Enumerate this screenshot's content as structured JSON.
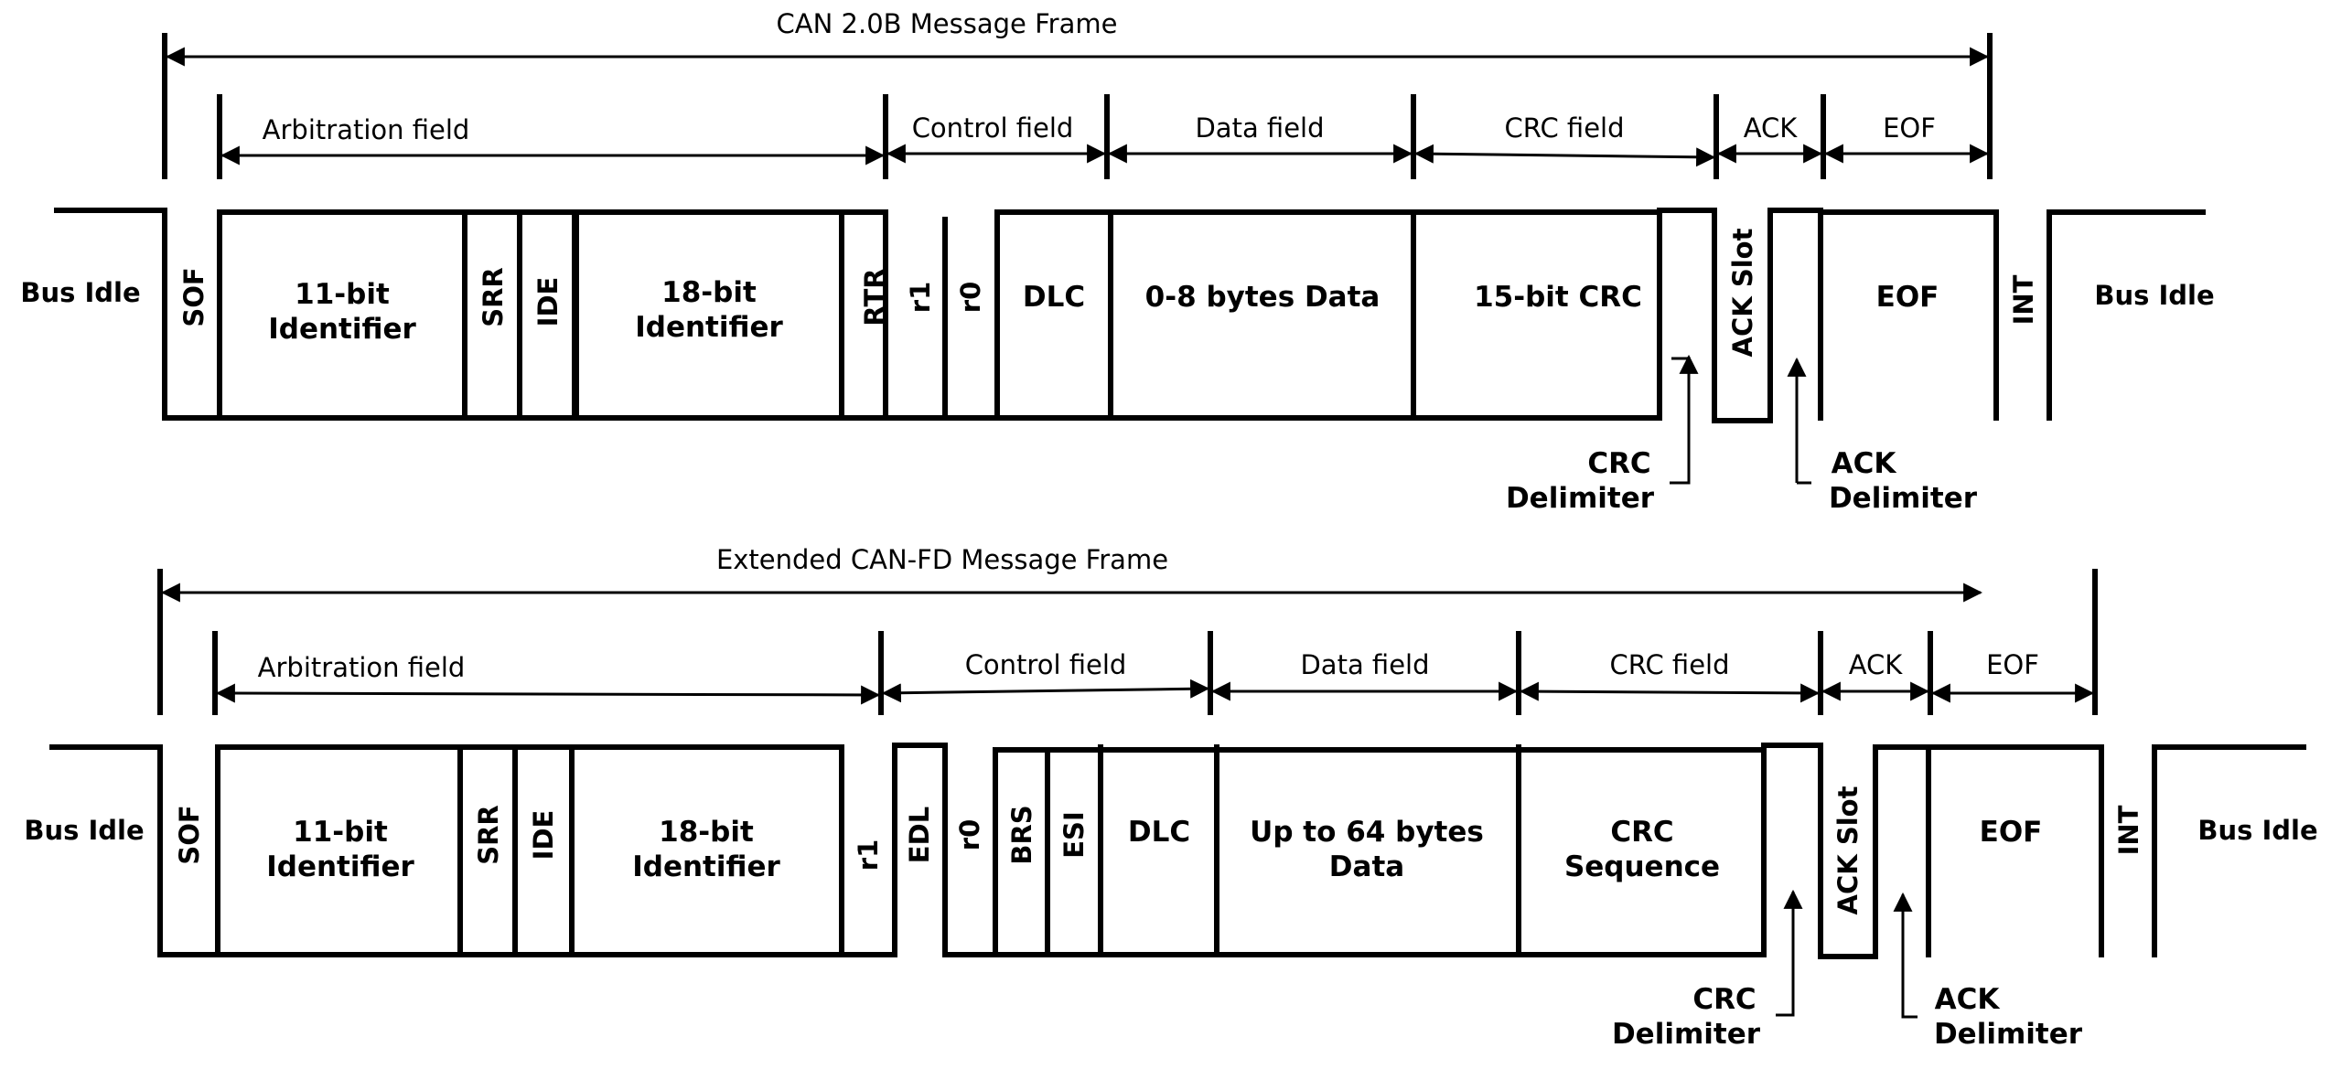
{
  "frames": [
    {
      "title": "CAN 2.0B Message Frame",
      "fields": [
        "Arbitration field",
        "Control field",
        "Data field",
        "CRC field",
        "ACK",
        "EOF"
      ],
      "bus_idle_left": "Bus Idle",
      "bus_idle_right": "Bus Idle",
      "sof": "SOF",
      "id11": [
        "11-bit",
        "Identifier"
      ],
      "srr": "SRR",
      "ide": "IDE",
      "id18": [
        "18-bit",
        "Identifier"
      ],
      "rtr": "RTR",
      "r1": "r1",
      "r0": "r0",
      "dlc": "DLC",
      "data": [
        "0-8 bytes Data"
      ],
      "crc": [
        "15-bit CRC"
      ],
      "ack_slot": "ACK Slot",
      "eof": "EOF",
      "int": "INT",
      "crc_delim": [
        "CRC",
        "Delimiter"
      ],
      "ack_delim": [
        "ACK",
        "Delimiter"
      ]
    },
    {
      "title": "Extended CAN-FD Message Frame",
      "fields": [
        "Arbitration field",
        "Control field",
        "Data field",
        "CRC field",
        "ACK",
        "EOF"
      ],
      "bus_idle_left": "Bus Idle",
      "bus_idle_right": "Bus Idle",
      "sof": "SOF",
      "id11": [
        "11-bit",
        "Identifier"
      ],
      "srr": "SRR",
      "ide": "IDE",
      "id18": [
        "18-bit",
        "Identifier"
      ],
      "r1": "r1",
      "edl": "EDL",
      "r0": "r0",
      "brs": "BRS",
      "esi": "ESI",
      "dlc": "DLC",
      "data": [
        "Up to 64 bytes",
        "Data"
      ],
      "crc": [
        "CRC",
        "Sequence"
      ],
      "ack_slot": "ACK Slot",
      "eof": "EOF",
      "int": "INT",
      "crc_delim": [
        "CRC",
        "Delimiter"
      ],
      "ack_delim": [
        "ACK",
        "Delimiter"
      ]
    }
  ]
}
